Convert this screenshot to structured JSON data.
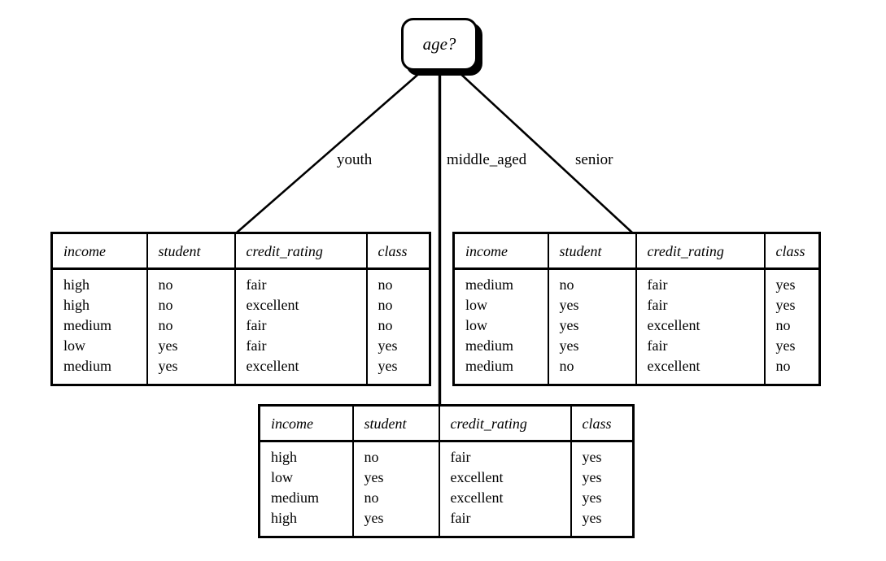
{
  "figure": {
    "type": "decision-tree",
    "description": "Decision tree split on attribute age with three data partitions"
  },
  "root_node": {
    "label": "age?"
  },
  "branches": [
    {
      "label": "youth"
    },
    {
      "label": "middle_aged"
    },
    {
      "label": "senior"
    }
  ],
  "tables": [
    {
      "branch": "youth",
      "headers": [
        "income",
        "student",
        "credit_rating",
        "class"
      ],
      "rows": [
        [
          "high",
          "no",
          "fair",
          "no"
        ],
        [
          "high",
          "no",
          "excellent",
          "no"
        ],
        [
          "medium",
          "no",
          "fair",
          "no"
        ],
        [
          "low",
          "yes",
          "fair",
          "yes"
        ],
        [
          "medium",
          "yes",
          "excellent",
          "yes"
        ]
      ]
    },
    {
      "branch": "senior",
      "headers": [
        "income",
        "student",
        "credit_rating",
        "class"
      ],
      "rows": [
        [
          "medium",
          "no",
          "fair",
          "yes"
        ],
        [
          "low",
          "yes",
          "fair",
          "yes"
        ],
        [
          "low",
          "yes",
          "excellent",
          "no"
        ],
        [
          "medium",
          "yes",
          "fair",
          "yes"
        ],
        [
          "medium",
          "no",
          "excellent",
          "no"
        ]
      ]
    },
    {
      "branch": "middle_aged",
      "headers": [
        "income",
        "student",
        "credit_rating",
        "class"
      ],
      "rows": [
        [
          "high",
          "no",
          "fair",
          "yes"
        ],
        [
          "low",
          "yes",
          "excellent",
          "yes"
        ],
        [
          "medium",
          "no",
          "excellent",
          "yes"
        ],
        [
          "high",
          "yes",
          "fair",
          "yes"
        ]
      ]
    }
  ],
  "colors": {
    "ink": "#000000",
    "background": "#ffffff"
  }
}
